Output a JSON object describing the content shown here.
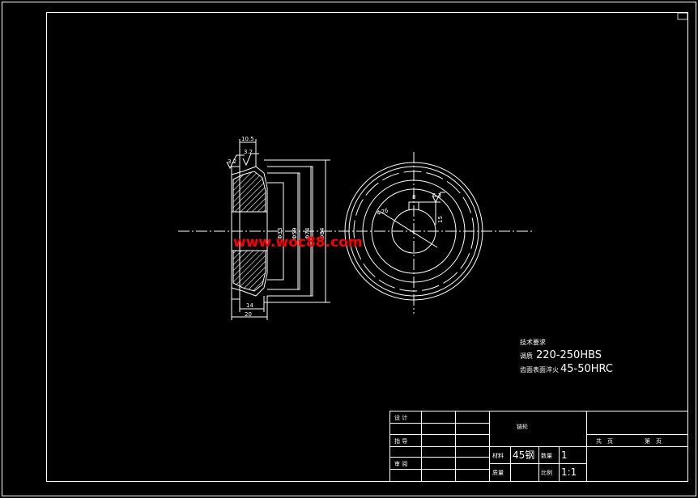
{
  "watermark": "www.woc88.com",
  "colors": {
    "background": "#000000",
    "line": "#ffffff",
    "watermark": "#ff0000"
  },
  "side_view": {
    "dimensions": {
      "top_width": "10.5",
      "bottom_inner": "14",
      "bottom_total": "20",
      "roughness_1": "3.2",
      "roughness_2": "3.2"
    },
    "diameters": [
      "Φ33",
      "Φ59",
      "Φ74",
      "Φ84"
    ]
  },
  "front_view": {
    "bore_label": "Φ26",
    "keyway_width": "8",
    "keyway_depth": "15",
    "roughness": "6.3"
  },
  "tech_notes": {
    "heading": "技术要求",
    "line1_prefix": "调质",
    "line1_value": "220-250HBS",
    "line2_prefix": "齿面表面淬火",
    "line2_value": "45-50HRC"
  },
  "title_block": {
    "design_label": "设 计",
    "check_label": "指 导",
    "review_label": "审 阅",
    "part_name": "链轮",
    "material_label": "材料",
    "material_value": "45钢",
    "quantity_label": "数量",
    "quantity_value": "1",
    "weight_label": "质量",
    "scale_label": "比例",
    "scale_value": "1:1",
    "sheets_total": "共　页",
    "sheet_number": "第　页"
  }
}
